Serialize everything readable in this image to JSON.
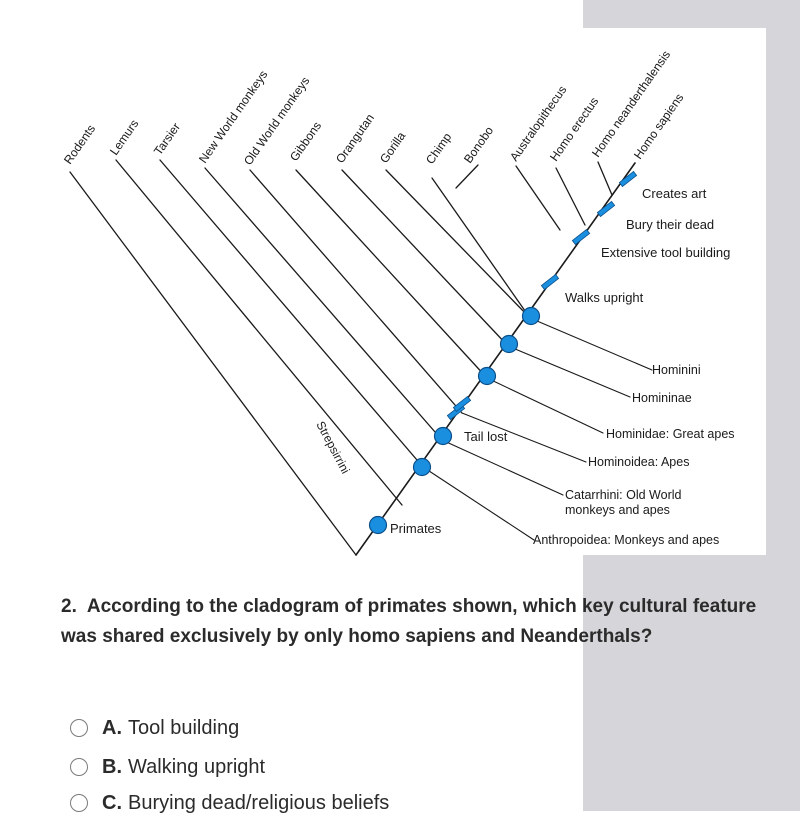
{
  "cladogram": {
    "taxa": [
      "Rodents",
      "Lemurs",
      "Tarsier",
      "New World monkeys",
      "Old World monkeys",
      "Gibbons",
      "Orangutan",
      "Gorilla",
      "Chimp",
      "Bonobo",
      "Australopithecus",
      "Homo erectus",
      "Homo neanderthalensis",
      "Homo sapiens"
    ],
    "traits": [
      "Creates art",
      "Bury their dead",
      "Extensive tool building",
      "Walks upright",
      "Tail lost"
    ],
    "clades": [
      "Hominini",
      "Homininae",
      "Hominidae: Great apes",
      "Hominoidea: Apes",
      "Catarrhini: Old World",
      "monkeys and apes",
      "Anthropoidea: Monkeys and apes"
    ],
    "node_labels": [
      "Primates",
      "Strepsirrini"
    ],
    "colors": {
      "node": "#1a8fe0",
      "node_stroke": "#0b4f8a",
      "line": "#1a1a1a"
    }
  },
  "question": {
    "number": "2.",
    "text": "According to the cladogram of primates shown, which key cultural feature was shared exclusively by only homo sapiens and Neanderthals?"
  },
  "options": [
    {
      "letter": "A.",
      "text": "Tool building"
    },
    {
      "letter": "B.",
      "text": "Walking upright"
    },
    {
      "letter": "C.",
      "text": "Burying dead/religious beliefs"
    }
  ]
}
